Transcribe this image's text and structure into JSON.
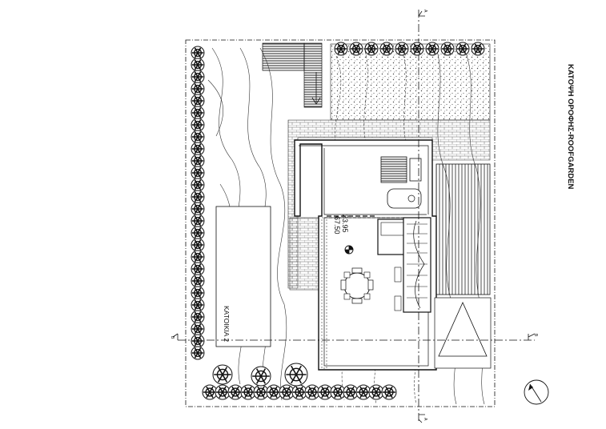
{
  "title": "ΚΑΤΟΨΗ ΟΡΟΦΗΣ-ROOFGARDEN",
  "labels": {
    "neighbor": "ΚΑΤΟΙΚΙΑ 2",
    "elevation_top": "23.95",
    "elevation_bottom": "67.50"
  },
  "section_marks": {
    "a": "A",
    "b": "B"
  },
  "colors": {
    "line": "#111111",
    "hatch": "#555555",
    "paper": "#ffffff"
  },
  "icons": {
    "north_arrow": "north-arrow-icon",
    "tree": "tree-icon",
    "elevation": "elevation-marker-icon"
  }
}
